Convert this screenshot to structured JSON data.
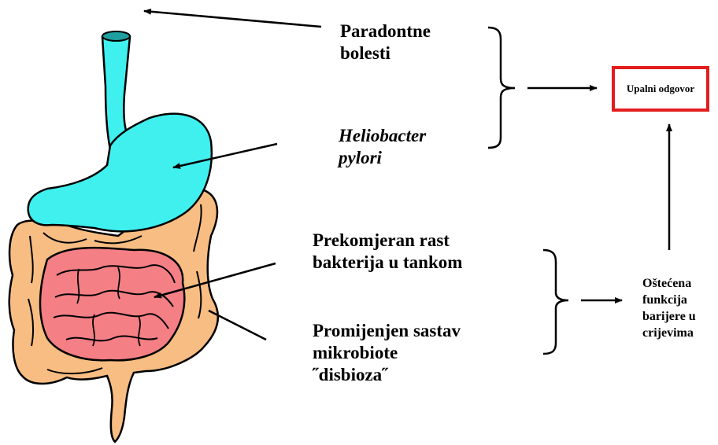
{
  "labels": {
    "periodontal": "Paradontne\nbolesti",
    "hpylori": "Heliobacter\npylori",
    "sibo": "Prekomjeran rast\nbakterija u tankom",
    "dysbiosis": "Promijenjen sastav\nmikrobiote\n˝disbioza˝",
    "barrier": "Oštećena\nfunkcija\nbarijere u\ncrijevima",
    "inflammation": "Upalni odgovor"
  },
  "organs": [
    "esophagus",
    "stomach",
    "large-intestine",
    "small-intestine"
  ],
  "colors": {
    "stomach": "#3ff0ef",
    "esophagus": "#3ff0ef",
    "esophagus_top": "#1f9fa0",
    "large_intestine": "#f7bd82",
    "small_intestine": "#f47f85",
    "outline": "#000000",
    "response_border": "#e31c1c"
  }
}
